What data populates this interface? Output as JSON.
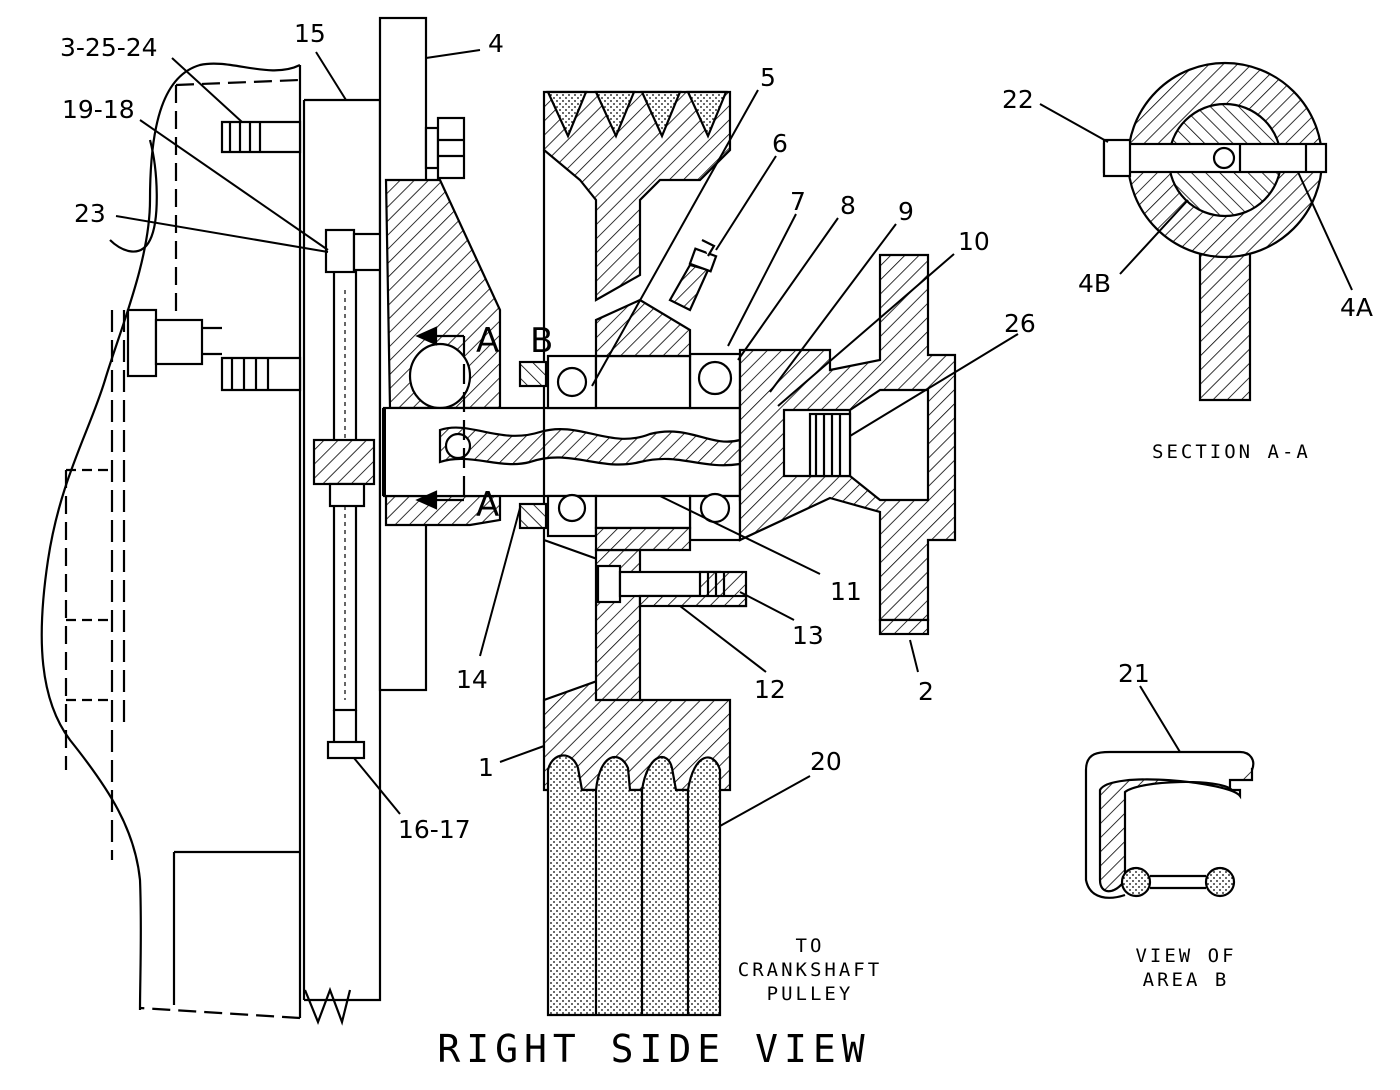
{
  "view_title": "RIGHT SIDE VIEW",
  "callouts": {
    "c_3_25_24": "3-25-24",
    "c_15": "15",
    "c_4": "4",
    "c_19_18": "19-18",
    "c_23": "23",
    "c_5": "5",
    "c_6": "6",
    "c_7": "7",
    "c_8": "8",
    "c_9": "9",
    "c_10": "10",
    "c_26": "26",
    "c_11": "11",
    "c_13": "13",
    "c_12": "12",
    "c_14": "14",
    "c_2": "2",
    "c_1": "1",
    "c_20": "20",
    "c_16_17": "16-17",
    "c_22": "22",
    "c_4b": "4B",
    "c_4a": "4A",
    "c_21": "21"
  },
  "section_marks": {
    "a_top": "A",
    "a_bottom": "A",
    "b": "B"
  },
  "section_aa": {
    "caption": "SECTION A-A"
  },
  "view_area_b": {
    "line1": "VIEW OF",
    "line2": "AREA B"
  },
  "crankshaft_note": {
    "line1": "TO",
    "line2": "CRANKSHAFT",
    "line3": "PULLEY"
  }
}
